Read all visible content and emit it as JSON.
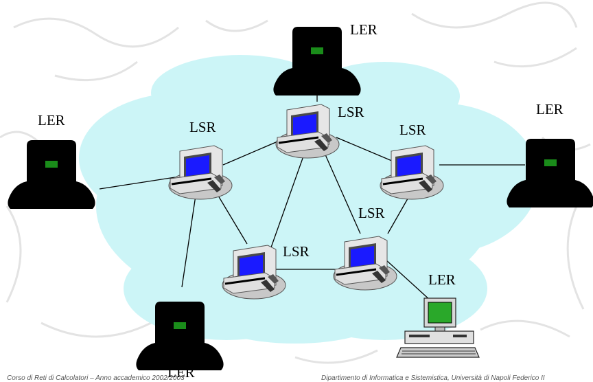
{
  "diagram": {
    "colors": {
      "cloud": "#ccf5f7",
      "ler_body": "#000000",
      "ler_led": "#1a8c1a",
      "lsr_screen": "#1a1aff",
      "lsr_body": "#e8e8e8",
      "pc_screen": "#2aa82a",
      "background_sketch": "#e6e6e6"
    },
    "nodes": [
      {
        "id": "ler-top",
        "type": "LER",
        "label": "LER"
      },
      {
        "id": "ler-left",
        "type": "LER",
        "label": "LER"
      },
      {
        "id": "ler-right",
        "type": "LER",
        "label": "LER"
      },
      {
        "id": "ler-bottom",
        "type": "LER",
        "label": "LER"
      },
      {
        "id": "ler-pc",
        "type": "LER",
        "label": "LER",
        "icon": "desktop-pc-icon"
      },
      {
        "id": "lsr-top",
        "type": "LSR",
        "label": "LSR"
      },
      {
        "id": "lsr-left",
        "type": "LSR",
        "label": "LSR"
      },
      {
        "id": "lsr-right",
        "type": "LSR",
        "label": "LSR"
      },
      {
        "id": "lsr-mid",
        "type": "LSR",
        "label": "LSR"
      },
      {
        "id": "lsr-bottom",
        "type": "LSR",
        "label": "LSR"
      }
    ],
    "links": [
      [
        "ler-top",
        "lsr-top"
      ],
      [
        "lsr-top",
        "lsr-left"
      ],
      [
        "lsr-top",
        "lsr-right"
      ],
      [
        "lsr-top",
        "lsr-bottom"
      ],
      [
        "lsr-top",
        "lsr-mid"
      ],
      [
        "ler-left",
        "lsr-left"
      ],
      [
        "lsr-left",
        "lsr-bottom"
      ],
      [
        "lsr-left",
        "ler-bottom"
      ],
      [
        "lsr-right",
        "lsr-mid"
      ],
      [
        "lsr-right",
        "ler-right"
      ],
      [
        "lsr-bottom",
        "lsr-mid"
      ],
      [
        "lsr-mid",
        "ler-pc"
      ]
    ]
  },
  "footer": {
    "left": "Corso di Reti di Calcolatori – Anno accademico 2002/2003",
    "right": "Dipartimento di Informatica e Sistemistica, Università di Napoli Federico II"
  }
}
